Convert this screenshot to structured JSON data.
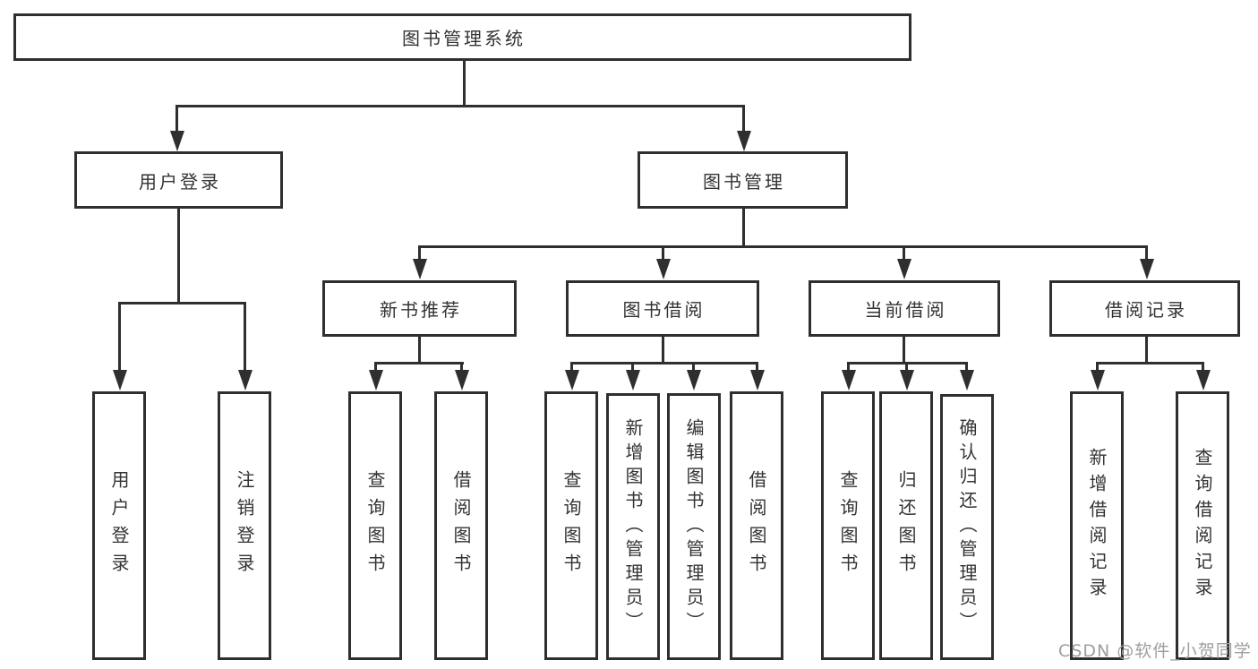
{
  "diagram": {
    "title": "图书管理系统",
    "level2": {
      "user_login": "用户登录",
      "book_mgmt": "图书管理"
    },
    "level3": {
      "new_book_rec": "新书推荐",
      "book_borrow": "图书借阅",
      "current_borrow": "当前借阅",
      "borrow_records": "借阅记录"
    },
    "leaves": {
      "login": "用户登录",
      "logout": "注销登录",
      "newbook_query": "查询图书",
      "newbook_borrow": "借阅图书",
      "borrow_query": "查询图书",
      "borrow_add": "新增图书（管理员）",
      "borrow_edit": "编辑图书（管理员）",
      "borrow_borrow": "借阅图书",
      "current_query": "查询图书",
      "current_return": "归还图书",
      "current_confirm": "确认归还（管理员）",
      "records_add": "新增借阅记录",
      "records_query": "查询借阅记录"
    }
  },
  "watermark": "CSDN @软件_小贺同学",
  "colors": {
    "line": "#2f2f2f",
    "text": "#333333",
    "watermark": "#9e9e9e",
    "background": "#ffffff"
  }
}
